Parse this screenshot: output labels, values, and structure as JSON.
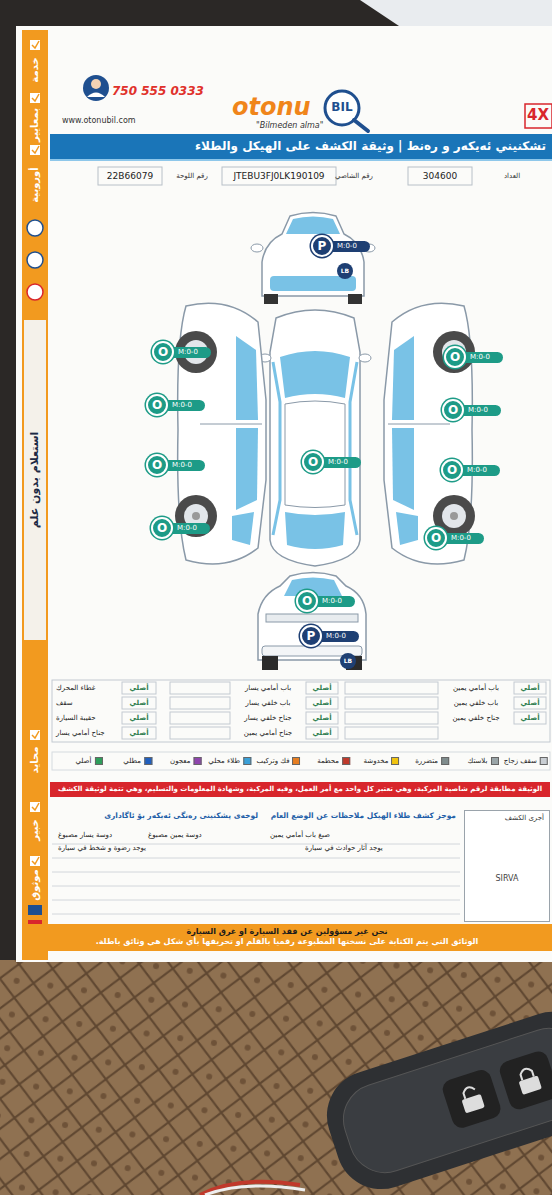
{
  "diagram": {
    "title": "تشكنيني ئەيكەر و رەنط | وثيقة الكشف على الهيكل والطلاء",
    "nodes": [
      {
        "text": [
          "P",
          "M:0-0"
        ]
      },
      {
        "text": [
          "O",
          "M:0-0"
        ]
      },
      {
        "text": [
          "O",
          "M:0-0"
        ]
      },
      {
        "text": [
          "O",
          "M:0-0"
        ]
      },
      {
        "text": [
          "O",
          "M:0-0"
        ]
      },
      {
        "text": [
          "O",
          "M:0-0"
        ]
      },
      {
        "text": [
          "O",
          "M:0-0"
        ]
      },
      {
        "text": [
          "O",
          "M:0-0"
        ]
      },
      {
        "text": [
          "O",
          "M:0-0"
        ]
      },
      {
        "text": [
          "O",
          "M:0-0"
        ]
      },
      {
        "text": [
          "O",
          "M:0-0"
        ]
      },
      {
        "text": [
          "P",
          "M:0-0"
        ]
      },
      {
        "text": [
          "الوثيقة مطابقة لرقم شاصية المركبة، وهي تعتبر كل واحد مع أمر العمل، وفيه المركبة، وشهادة المعلومات والتسليم، وهي تتمة لوثيقة الكشف"
        ]
      },
      {
        "text": [
          "أجرى الكشف",
          "SIRVA"
        ]
      },
      {
        "text": [
          "دوسة يسار مصبوغ",
          "دوسة يمين مصبوغ",
          "صبغ باب أمامي يمين",
          "يوجد آثار حوادث في سيارة",
          "يوجد رضوة و شخط في سيارة"
        ]
      },
      {
        "text": [
          "نحن غير مسؤولين عن فقد السيارة او غرق السيارة",
          "الوثائق التي يتم الكتابة على نسختها المطبوعة رقميا بالقلم او تحريفها بأي شكل هي وثائق باطلة."
        ]
      }
    ],
    "labels": [
      "750 555 0333",
      "www.otonubil.com",
      "otonu",
      "BIL",
      "\"Bilmeden alma\"",
      "4X",
      "22B66079",
      "رقم اللوحة",
      "JTEBU3FJ0LK190109",
      "رقم الشاصي",
      "304600",
      "العداد",
      "LB",
      "LB",
      "غطاء المحرك",
      "أصلي",
      "باب أمامي يسار",
      "أصلي",
      "باب أمامي يمين",
      "أصلي",
      "سقف",
      "أصلي",
      "باب خلفي يسار",
      "أصلي",
      "باب خلفي يمين",
      "أصلي",
      "حقيبة السيارة",
      "أصلي",
      "جناح خلفي يسار",
      "أصلي",
      "جناح خلفي يمين",
      "أصلي",
      "جناح أمامي يسار",
      "أصلي",
      "جناح أمامي يمين",
      "أصلي",
      "موجز كشف طلاء الهيكل ملاحظات عن الوضع العام",
      "لوخەی پشکنینی رەنگی ئەیکەر بۆ ئاگاداری",
      "خدمة",
      "بمعايير",
      "أوروبية",
      "استعلام بدون علم",
      "محايد",
      "خبير",
      "موثوق"
    ],
    "legend": [
      {
        "text": "سقف زجاج",
        "color": "#c9ced3"
      },
      {
        "text": "بلاستك",
        "color": "#9aa5a8"
      },
      {
        "text": "متضررة",
        "color": "#7f8c8d"
      },
      {
        "text": "مخدوشة",
        "color": "#f1c40f"
      },
      {
        "text": "محطمة",
        "color": "#c0392b"
      },
      {
        "text": "فك وتركيب",
        "color": "#e67e22"
      },
      {
        "text": "طلاء محلي",
        "color": "#3aa0d8"
      },
      {
        "text": "معجون",
        "color": "#8e44ad"
      },
      {
        "text": "مطلي",
        "color": "#1f5fbf"
      },
      {
        "text": "أصلي",
        "color": "#2e9e5b"
      }
    ]
  }
}
